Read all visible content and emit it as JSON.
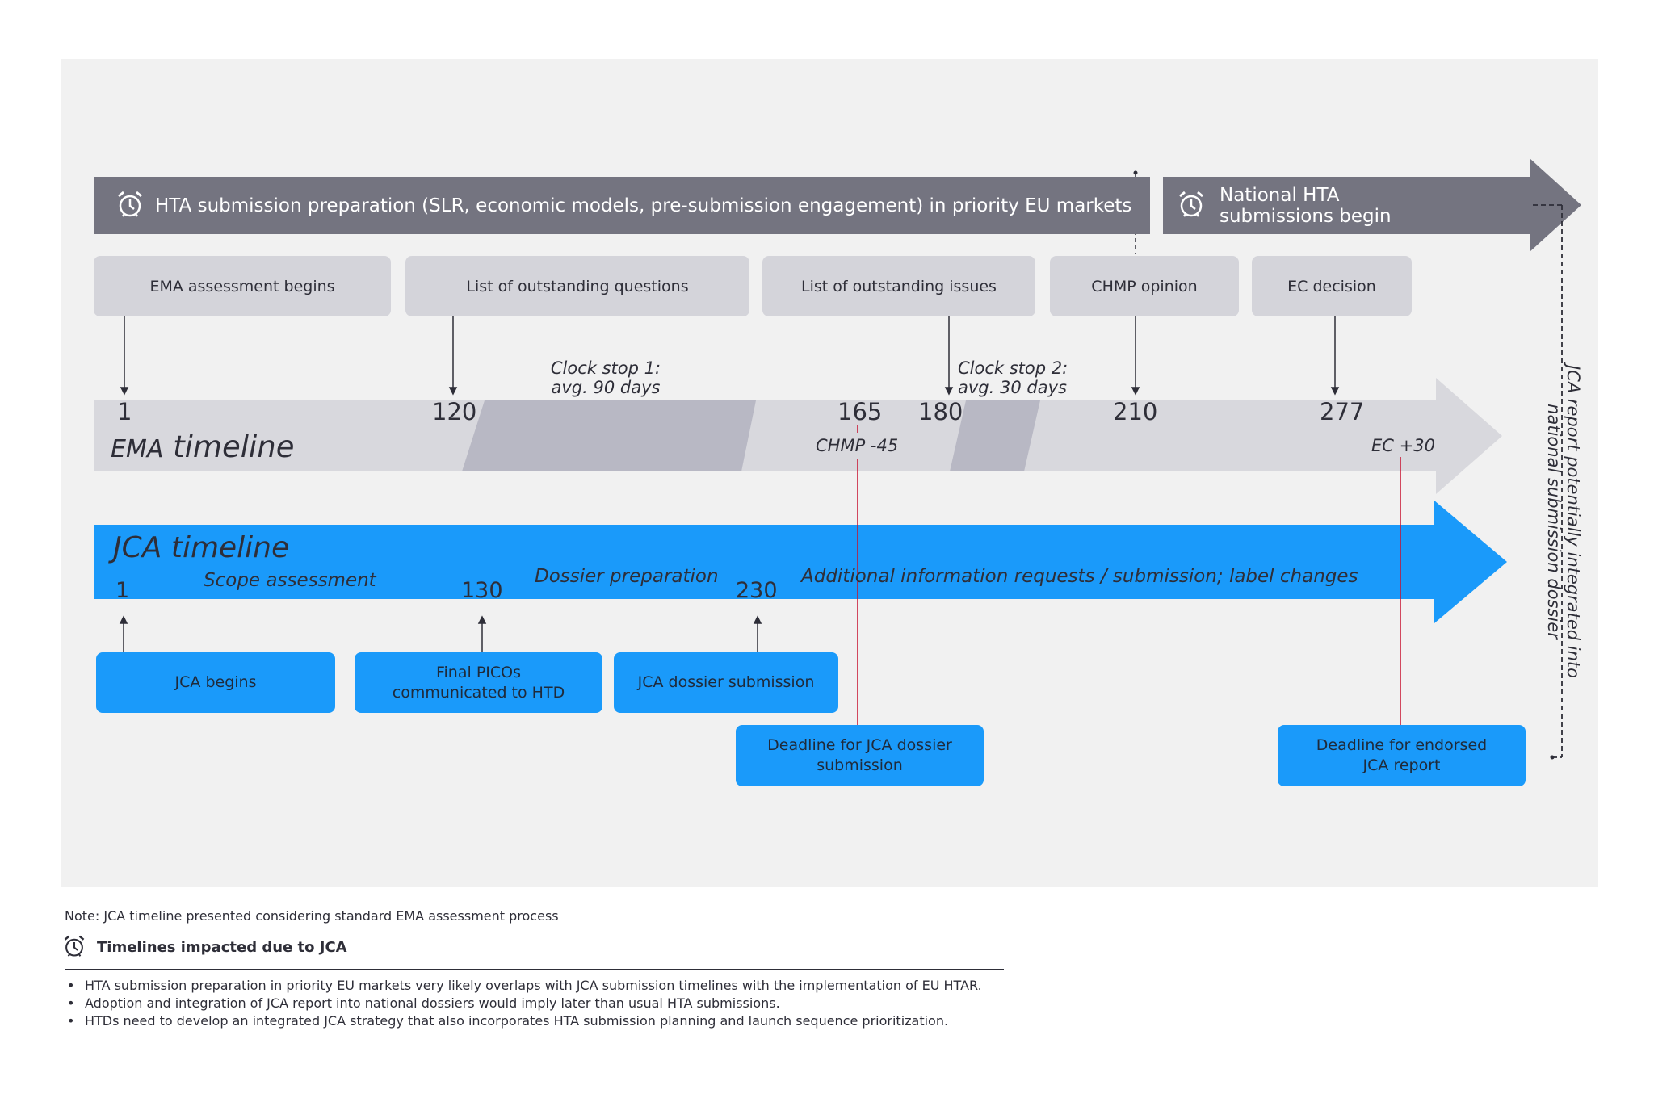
{
  "hta_bar": {
    "label": "HTA submission preparation (SLR, economic models, pre-submission engagement) in priority EU markets",
    "icon": "alarm-clock-icon"
  },
  "national_bar": {
    "label": "National HTA\nsubmissions begin",
    "icon": "alarm-clock-icon"
  },
  "ema_milestones": [
    {
      "label": "EMA assessment begins"
    },
    {
      "label": "List of outstanding questions"
    },
    {
      "label": "List of outstanding issues"
    },
    {
      "label": "CHMP opinion"
    },
    {
      "label": "EC decision"
    }
  ],
  "ema_timeline": {
    "title_part1": "EMA",
    "title_part2": "timeline",
    "days": [
      "1",
      "120",
      "165",
      "180",
      "210",
      "277"
    ],
    "clock_stop_1": {
      "line1": "Clock stop 1:",
      "line2": "avg. 90 days"
    },
    "clock_stop_2": {
      "line1": "Clock stop 2:",
      "line2": "avg. 30 days"
    },
    "chmp_marker": "CHMP -45",
    "ec_marker": "EC +30"
  },
  "jca_timeline": {
    "title": "JCA timeline",
    "days": [
      "1",
      "130",
      "230"
    ],
    "phases": [
      "Scope assessment",
      "Dossier preparation",
      "Additional information requests / submission; label changes"
    ]
  },
  "jca_milestones": [
    {
      "label": "JCA begins"
    },
    {
      "label": "Final PICOs\ncommunicated to HTD"
    },
    {
      "label": "JCA dossier submission"
    }
  ],
  "deadlines": [
    {
      "label": "Deadline for JCA dossier\nsubmission"
    },
    {
      "label": "Deadline for endorsed\nJCA report"
    }
  ],
  "vertical_note": {
    "line1": "JCA report potentially integrated into",
    "line2": "national submission dossier"
  },
  "footer": {
    "note": "Note: JCA timeline presented considering standard EMA assessment process",
    "legend_label": "Timelines impacted due to JCA",
    "legend_icon": "alarm-clock-icon",
    "bullets": [
      "HTA submission preparation in priority EU markets very likely overlaps with JCA submission timelines with the implementation of EU HTAR.",
      "Adoption and integration of JCA report into national dossiers would imply later than usual HTA submissions.",
      "HTDs need to develop an integrated JCA strategy that also incorporates HTA submission planning and launch sequence prioritization."
    ]
  },
  "colors": {
    "panel": "#f1f1f1",
    "dark_bar": "#747480",
    "grey_box": "#d4d4da",
    "ema_arrow": "#d8d8dd",
    "clock_stop": "#b8b8c4",
    "jca_blue": "#1a9afa",
    "red_line": "#c8102e"
  }
}
